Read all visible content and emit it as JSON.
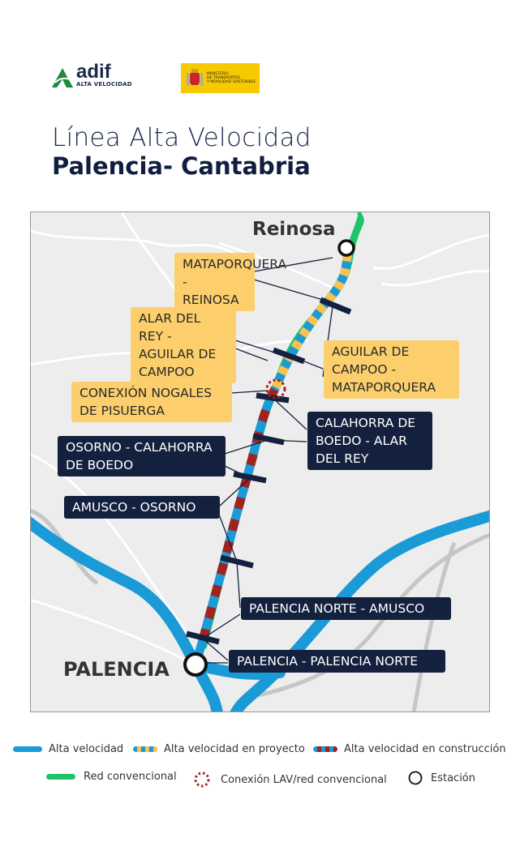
{
  "header": {
    "adif_logo": {
      "name": "adif",
      "subtitle": "ALTA VELOCIDAD"
    },
    "ministry_logo": {
      "text": "MINISTERIO\nDE TRANSPORTES\nY MOVILIDAD SOSTENIBLE"
    },
    "title_line1": "Línea Alta Velocidad",
    "title_line2": "Palencia- Cantabria"
  },
  "map": {
    "cities": {
      "north": "Reinosa",
      "south": "PALENCIA"
    },
    "sections": [
      {
        "label": "MATAPORQUERA - REINOSA",
        "status": "proyecto"
      },
      {
        "label": "ALAR DEL REY - AGUILAR DE CAMPOO",
        "status": "proyecto"
      },
      {
        "label": "AGUILAR DE CAMPOO - MATAPORQUERA",
        "status": "proyecto"
      },
      {
        "label": "CONEXIÓN NOGALES DE PISUERGA",
        "status": "proyecto"
      },
      {
        "label": "CALAHORRA DE BOEDO - ALAR DEL REY",
        "status": "construccion"
      },
      {
        "label": "OSORNO - CALAHORRA DE BOEDO",
        "status": "construccion"
      },
      {
        "label": "AMUSCO - OSORNO",
        "status": "construccion"
      },
      {
        "label": "PALENCIA NORTE - AMUSCO",
        "status": "construccion"
      },
      {
        "label": "PALENCIA - PALENCIA NORTE",
        "status": "construccion"
      }
    ]
  },
  "legend": [
    {
      "label": "Alta velocidad",
      "color": "#1a9ad6"
    },
    {
      "label": "Alta velocidad en proyecto",
      "color": "#f9c24f"
    },
    {
      "label": "Alta velocidad en construcción",
      "color": "#a0231e"
    },
    {
      "label": "Red convencional",
      "color": "#1fc46a"
    },
    {
      "label": "Conexión LAV/red convencional",
      "color": "#a0231e"
    },
    {
      "label": "Estación",
      "color": "#111111"
    }
  ]
}
